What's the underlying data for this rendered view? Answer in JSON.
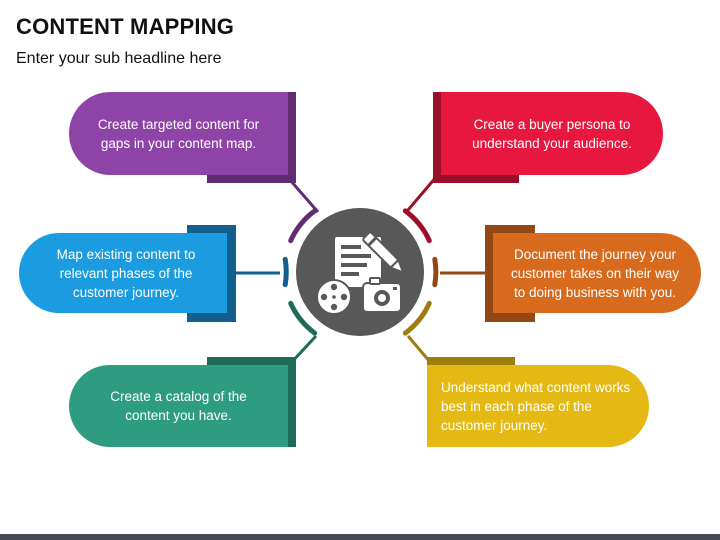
{
  "header": {
    "title": "CONTENT MAPPING",
    "subtitle": "Enter your sub headline here"
  },
  "steps": [
    {
      "id": "gaps",
      "text": "Create targeted content for gaps in your content map.",
      "color": "#8e44a7",
      "shade": "#5e2d72"
    },
    {
      "id": "map-existing",
      "text": "Map existing content to relevant phases of the customer journey.",
      "color": "#1b9be0",
      "shade": "#125f8e"
    },
    {
      "id": "catalog",
      "text": "Create a catalog of the content you have.",
      "color": "#2e9c81",
      "shade": "#1f6b58"
    },
    {
      "id": "persona",
      "text": "Create a buyer persona to understand your audience.",
      "color": "#e8173f",
      "shade": "#9c0f2b"
    },
    {
      "id": "journey",
      "text": "Document the journey your customer takes on their way to doing business with you.",
      "color": "#d86a1e",
      "shade": "#934714"
    },
    {
      "id": "understand",
      "text": "Understand what content works best in each phase of the customer journey.",
      "color": "#e4b914",
      "shade": "#9c7e0c"
    }
  ],
  "center": {
    "color": "#585858",
    "icon": "document-pencil-film-camera-icon"
  }
}
